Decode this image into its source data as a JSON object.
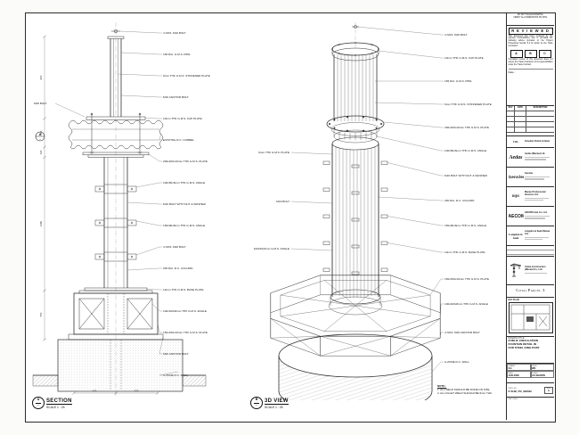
{
  "sheet": {
    "section_view": {
      "labels": [
        "4 NOS. M16 BOLT",
        "165 DIA. G.M.S. PIPE",
        "6mm THK G.M.S. STIFFENER PLATE",
        "M16 ANCHOR BOLT",
        "10mm THK G.M.S. CAP PLATE",
        "EXISTING R.C. CORBEL",
        "200x100x10mm THK G.M.S. PLATE",
        "100x50x6mm THK G.M.S. ANGLE",
        "M16 BOLT WITH NUT & WASHER",
        "150x90x8mm THK G.M.S. ANGLE",
        "4 NOS. M20 BOLT",
        "250 DIA. R.C. COLUMN",
        "10mm THK G.M.S. BASE PLATE",
        "100x100x8mm THK G.M.S. ANGLE",
        "150x150x10mm THK G.M.S. PLATE",
        "M20 ANCHOR BOLT",
        "A-ZONE R.C. WALL"
      ],
      "side_label": "M20 BOLT",
      "dims_left": [
        "900",
        "300",
        "120",
        "1480",
        "550"
      ],
      "dims_bottom": [
        "470",
        "470"
      ],
      "marker": {
        "letter": "A",
        "ref": "-",
        "title": "SECTION",
        "scale": "SCALE 1 : 25"
      }
    },
    "view3d": {
      "labels": [
        "4 NOS. M16 BOLT",
        "10mm THK G.M.S. CAP PLATE",
        "165 DIA. G.M.S. PIPE",
        "6mm THK G.M.S. STIFFENER PLATE",
        "200x100x10mm THK G.M.S. PLATE",
        "100x50x6mm THK G.M.S. ANGLE",
        "M16 BOLT WITH NUT & WASHER",
        "250 DIA. R.C. COLUMN",
        "150x90x8mm THK G.M.S. ANGLE",
        "10mm THK G.M.S. BASE PLATE",
        "150x150x10mm THK G.M.S. PLATE",
        "100x100x8mm THK G.M.S. ANGLE",
        "4 NOS. M20 ANCHOR BOLT",
        "A-ZONE R.C. WALL"
      ],
      "left_labels": [
        "6mm THK G.M.S. PLATE",
        "M16 BOLT",
        "100x50x6mm G.M.S. ANGLE"
      ],
      "marker": {
        "letter": "B",
        "ref": "-",
        "title": "3D VIEW",
        "scale": "SCALE 1 : 25"
      }
    },
    "note": {
      "heading": "NOTE :",
      "lines": [
        "1. ALL WELD SHOULD BE DONE ON SITE.",
        "2. ALL FILLET WELD SHOULD BE 6mm THK."
      ]
    },
    "title_block": {
      "top_notes": [
        "DO NOT SCALE DRAWING.",
        "VERIFY ALL DIMENSIONS ON SITE."
      ],
      "reviewed": {
        "title": "R E V I E W E D",
        "body": "This document has been reviewed by the relevant Consultant(s) and is provided the following advice pursuant to the Project Procedures Section 5.4 for action by the Trade Contractor.",
        "options": [
          "A",
          "B",
          "C"
        ],
        "footer": "Consultant review of this document does not relieve the Trade Contractor of its responsibilities under the Trade Contract.",
        "date_label": "Date :"
      },
      "revision": {
        "headers": [
          "REV",
          "DATE",
          "DESCRIPTION"
        ]
      },
      "consultants": [
        {
          "logo": "VOL",
          "name": "Venetian Orient Limited"
        },
        {
          "logo": "Aedas",
          "name": "Aedas (Macau) Ltd."
        },
        {
          "logo": "Gensler",
          "name": "Gensler"
        },
        {
          "logo": "mps",
          "name": "Macau Professional Services Ltd."
        },
        {
          "logo": "AECOM",
          "name": "AECOM Asia Co. Ltd."
        },
        {
          "logo": "Langdon & Seah",
          "name": "Langdon & Seah Macau Ltd."
        }
      ],
      "contractor": {
        "name_line1": "Yadea Construction",
        "name_line2": "(Macau) Co., Ltd."
      },
      "project": "Cotai Parcel 3",
      "key_plan_label": "KEY PLAN",
      "drawing_title_label": "DRAWING TITLE :",
      "drawing_title_lines": [
        "PUBLIC CIRCULATION",
        "FOUNTAIN DETAIL IN",
        "FOR STEEL KING POST"
      ],
      "fields": [
        {
          "label": "DRAWN",
          "value": "CH"
        },
        {
          "label": "CHKD",
          "value": "WK"
        },
        {
          "label": "DATE",
          "value": "JAN 2008"
        },
        {
          "label": "SCALE",
          "value": "AS SHOWN"
        }
      ],
      "dwg_no_label": "DWG. NO.",
      "dwg_no": "P-SUB_PG_BD042",
      "rev_label": "REV",
      "rev": "A",
      "ref_label": "REF. DWG."
    }
  }
}
